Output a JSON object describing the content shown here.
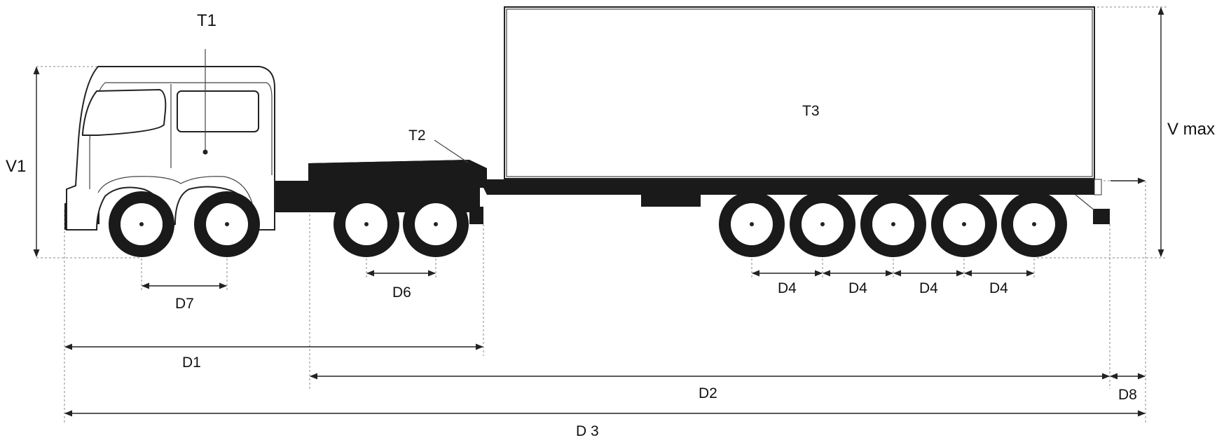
{
  "labels": {
    "t1": "T1",
    "t2": "T2",
    "t3": "T3",
    "v1": "V1",
    "vmax": "V max",
    "d1": "D1",
    "d2": "D2",
    "d3": "D 3",
    "d4a": "D4",
    "d4b": "D4",
    "d4c": "D4",
    "d4d": "D4",
    "d6": "D6",
    "d7": "D7",
    "d8": "D8"
  },
  "colors": {
    "ink": "#1a1a1a",
    "background": "#ffffff"
  }
}
